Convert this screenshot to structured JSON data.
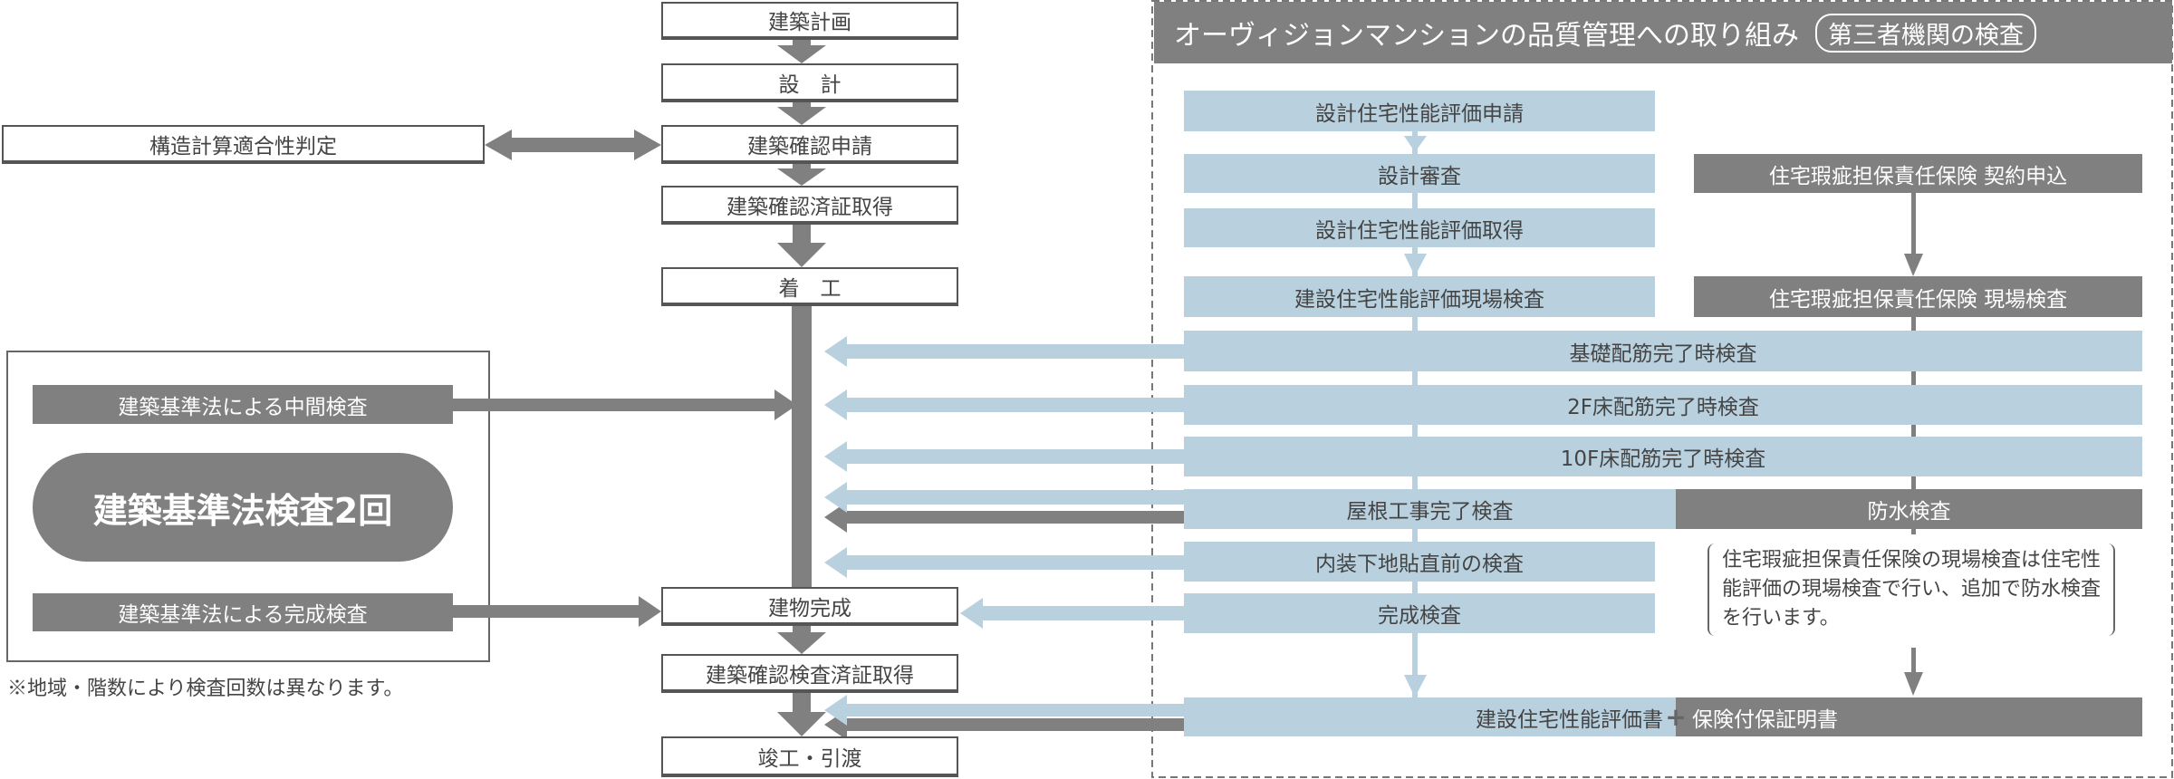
{
  "flow": [
    "建築計画",
    "設　計",
    "建築確認申請",
    "建築確認済証取得",
    "着　工",
    "建物完成",
    "建築確認検査済証取得",
    "竣工・引渡"
  ],
  "structural_check": "構造計算適合性判定",
  "law": {
    "interim": "建築基準法による中間検査",
    "pill": "建築基準法検査2回",
    "final": "建築基準法による完成検査",
    "note": "※地域・階数により検査回数は異なります。"
  },
  "panel": {
    "title": "オーヴィジョンマンションの品質管理への取り組み",
    "badge": "第三者機関の検査",
    "blue": [
      "設計住宅性能評価申請",
      "設計審査",
      "設計住宅性能評価取得",
      "建設住宅性能評価現場検査",
      "基礎配筋完了時検査",
      "2F床配筋完了時検査",
      "10F床配筋完了時検査",
      "屋根工事完了検査",
      "内装下地貼直前の検査",
      "完成検査",
      "建設住宅性能評価書"
    ],
    "gray": [
      "住宅瑕疵担保責任保険 契約申込",
      "住宅瑕疵担保責任保険 現場検査",
      "防水検査",
      "保険付保証明書"
    ],
    "plus": "+",
    "note": "住宅瑕疵担保責任保険の現場検査は住宅性能評価の現場検査で行い、追加で防水検査を行います。"
  },
  "colors": {
    "blue": "#b9d1df",
    "gray": "#808080"
  }
}
